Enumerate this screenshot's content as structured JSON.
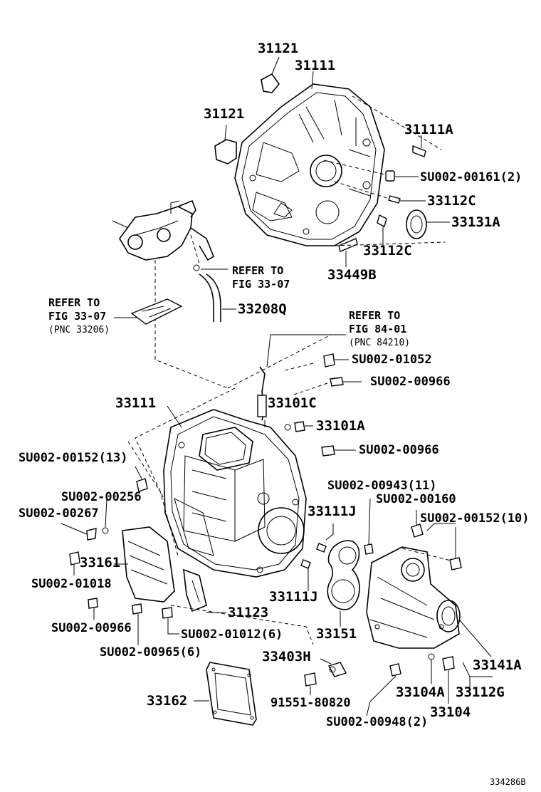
{
  "parts": [
    {
      "id": "p-31121-top",
      "text": "31121"
    },
    {
      "id": "p-31111-top",
      "text": "31111"
    },
    {
      "id": "p-31121-left",
      "text": "31121"
    },
    {
      "id": "p-31111A",
      "text": "31111A"
    },
    {
      "id": "p-SU002-00161",
      "text": "SU002-00161(2)"
    },
    {
      "id": "p-33112C-a",
      "text": "33112C"
    },
    {
      "id": "p-33131A",
      "text": "33131A"
    },
    {
      "id": "p-33112C-b",
      "text": "33112C"
    },
    {
      "id": "p-33449B",
      "text": "33449B"
    },
    {
      "id": "p-33208Q",
      "text": "33208Q"
    },
    {
      "id": "p-SU002-01052",
      "text": "SU002-01052"
    },
    {
      "id": "p-SU002-00966-a",
      "text": "SU002-00966"
    },
    {
      "id": "p-33111-mid",
      "text": "33111"
    },
    {
      "id": "p-33101C",
      "text": "33101C"
    },
    {
      "id": "p-33101A",
      "text": "33101A"
    },
    {
      "id": "p-SU002-00966-b",
      "text": "SU002-00966"
    },
    {
      "id": "p-SU002-00152-13",
      "text": "SU002-00152(13)"
    },
    {
      "id": "p-SU002-00943",
      "text": "SU002-00943(11)"
    },
    {
      "id": "p-SU002-00256",
      "text": "SU002-00256"
    },
    {
      "id": "p-SU002-00160",
      "text": "SU002-00160"
    },
    {
      "id": "p-SU002-00267",
      "text": "SU002-00267"
    },
    {
      "id": "p-33111J-a",
      "text": "33111J"
    },
    {
      "id": "p-SU002-00152-10",
      "text": "SU002-00152(10)"
    },
    {
      "id": "p-33161",
      "text": "33161"
    },
    {
      "id": "p-SU002-01018",
      "text": "SU002-01018"
    },
    {
      "id": "p-33111J-b",
      "text": "33111J"
    },
    {
      "id": "p-31123",
      "text": "31123"
    },
    {
      "id": "p-SU002-00966-c",
      "text": "SU002-00966"
    },
    {
      "id": "p-SU002-01012",
      "text": "SU002-01012(6)"
    },
    {
      "id": "p-33151",
      "text": "33151"
    },
    {
      "id": "p-SU002-00965",
      "text": "SU002-00965(6)"
    },
    {
      "id": "p-33403H",
      "text": "33403H"
    },
    {
      "id": "p-33141A",
      "text": "33141A"
    },
    {
      "id": "p-33162",
      "text": "33162"
    },
    {
      "id": "p-33104A",
      "text": "33104A"
    },
    {
      "id": "p-33112G",
      "text": "33112G"
    },
    {
      "id": "p-91551-80820",
      "text": "91551-80820"
    },
    {
      "id": "p-SU002-00948",
      "text": "SU002-00948(2)"
    },
    {
      "id": "p-33104",
      "text": "33104"
    }
  ],
  "references": {
    "fig_33_07_right": [
      "REFER TO",
      "FIG 33-07"
    ],
    "fig_33_07_left": [
      "REFER TO",
      "FIG 33-07",
      "(PNC 33206)"
    ],
    "fig_84_01": [
      "REFER TO",
      "FIG 84-01",
      "(PNC 84210)"
    ]
  },
  "diagram_id": "334286B"
}
